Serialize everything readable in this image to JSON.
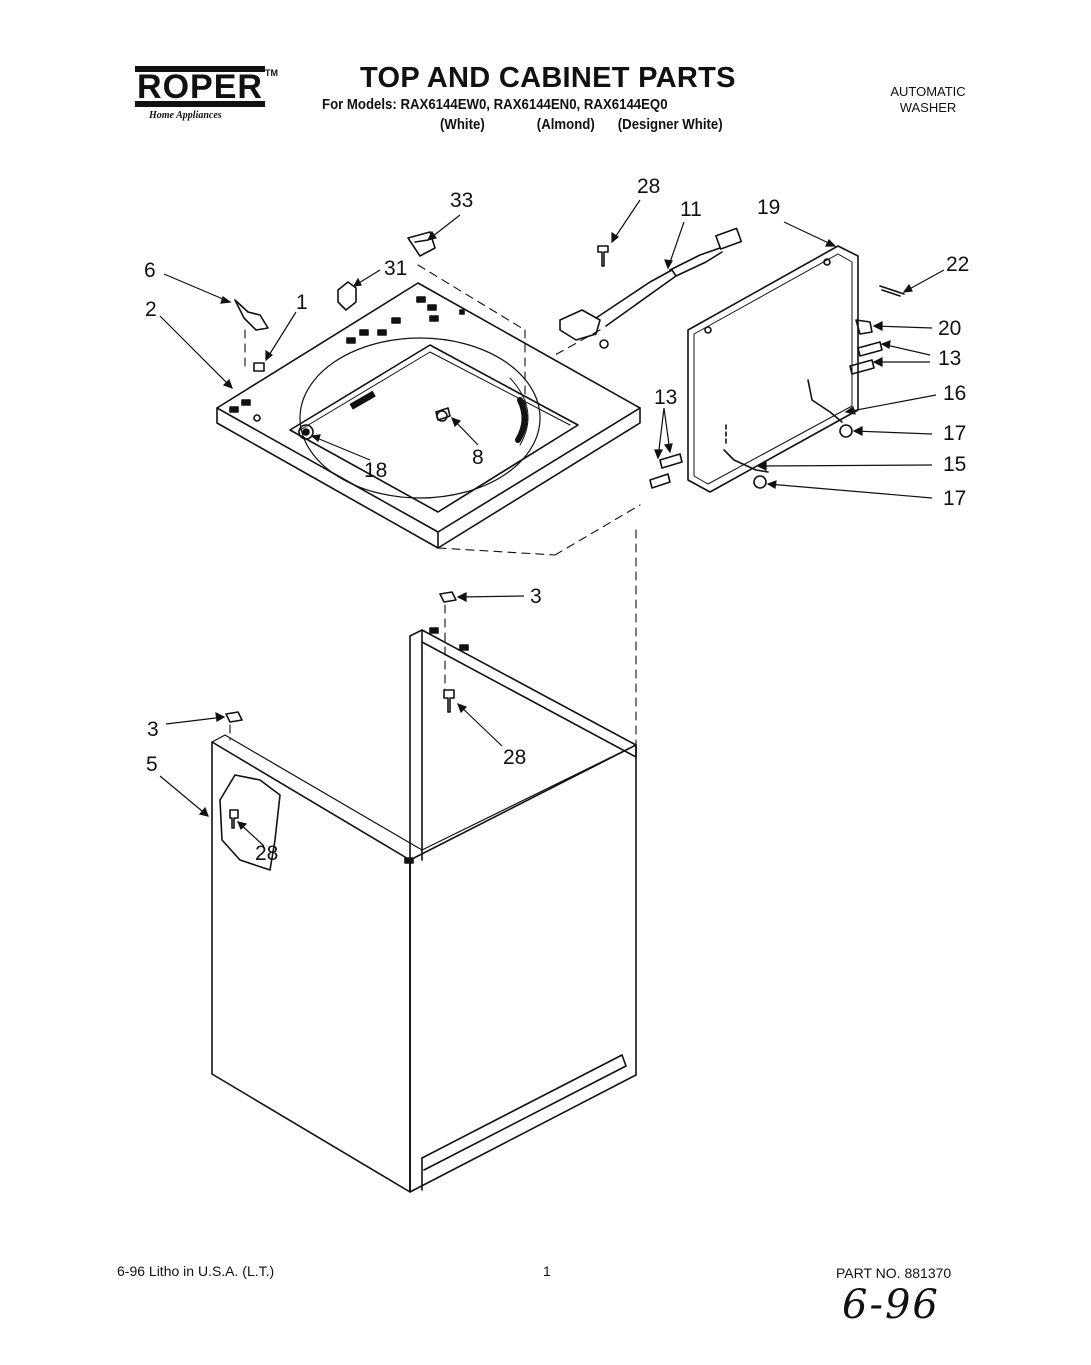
{
  "brand": {
    "logo": "ROPER",
    "trademark": "TM",
    "subtitle": "Home Appliances"
  },
  "header": {
    "title": "TOP AND CABINET PARTS",
    "models_line": "For Models: RAX6144EW0, RAX6144EN0, RAX6144EQ0",
    "colors": [
      "(White)",
      "(Almond)",
      "(Designer White)"
    ],
    "product_type": [
      "AUTOMATIC",
      "WASHER"
    ]
  },
  "callouts": {
    "c33": "33",
    "c28_top": "28",
    "c11": "11",
    "c19": "19",
    "c22": "22",
    "c6": "6",
    "c31": "31",
    "c2": "2",
    "c1": "1",
    "c20": "20",
    "c13_right": "13",
    "c16": "16",
    "c13_mid": "13",
    "c17_upper": "17",
    "c8": "8",
    "c18": "18",
    "c15": "15",
    "c17_lower": "17",
    "c3_upper": "3",
    "c3_left": "3",
    "c28_mid": "28",
    "c5": "5",
    "c28_cab": "28"
  },
  "footer": {
    "litho": "6-96 Litho in U.S.A. (L.T.)",
    "page": "1",
    "part_no": "PART NO. 881370",
    "handwritten": "6-96"
  }
}
